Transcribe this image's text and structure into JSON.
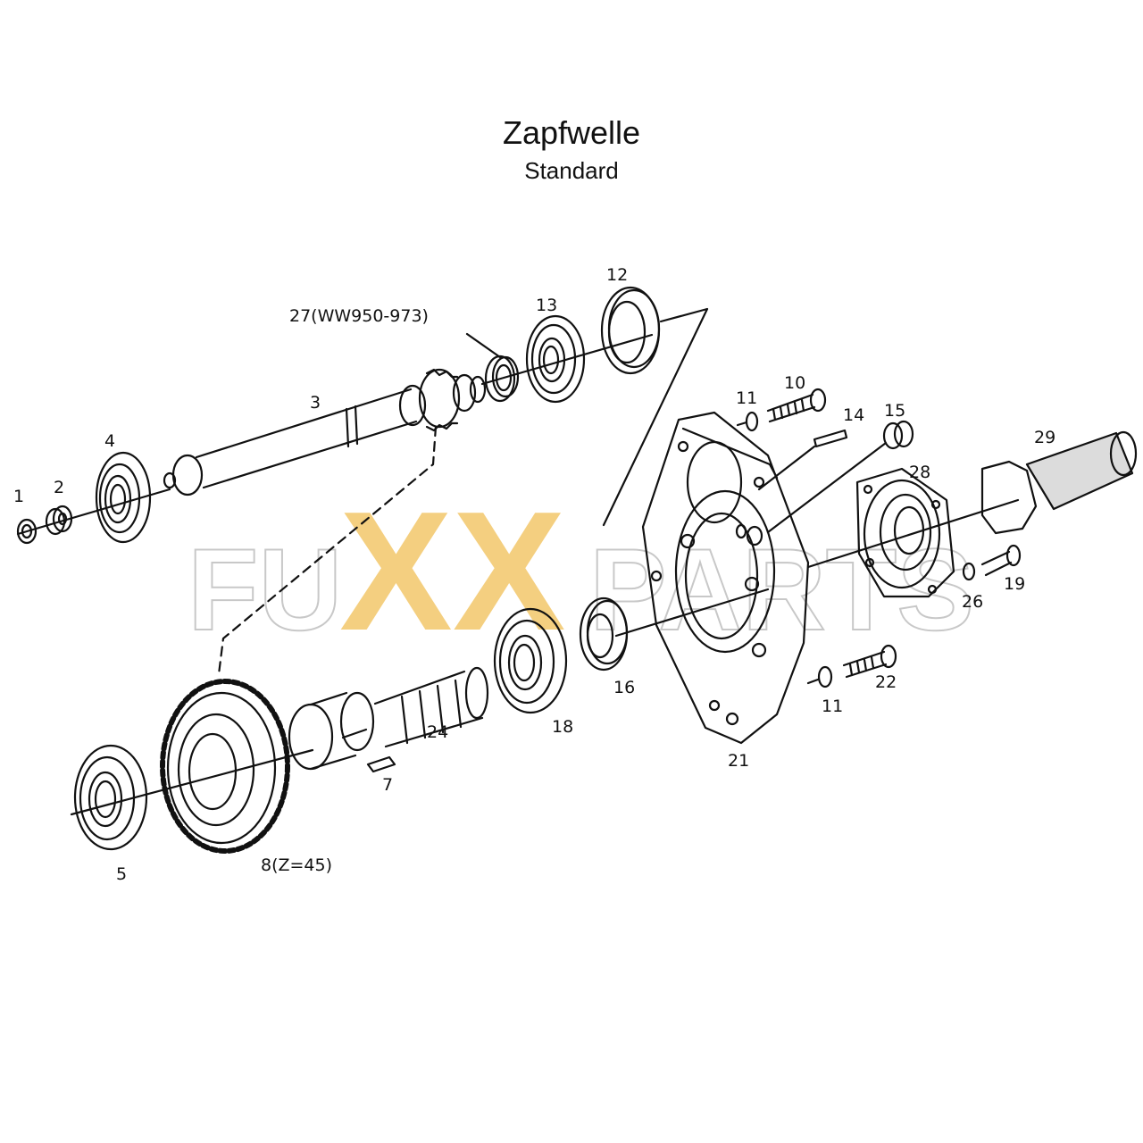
{
  "title": "Zapfwelle",
  "subtitle": "Standard",
  "watermark": {
    "left": "FU",
    "mark": "XX",
    "right": "PARTS",
    "mark_color": "#f3c76a",
    "outline_color": "#c8c8c8"
  },
  "parts": [
    {
      "ref": "1",
      "label": "1"
    },
    {
      "ref": "2",
      "label": "2"
    },
    {
      "ref": "3",
      "label": "3"
    },
    {
      "ref": "4",
      "label": "4"
    },
    {
      "ref": "5",
      "label": "5"
    },
    {
      "ref": "7",
      "label": "7"
    },
    {
      "ref": "8",
      "label": "8(Z=45)"
    },
    {
      "ref": "10",
      "label": "10"
    },
    {
      "ref": "11a",
      "label": "11"
    },
    {
      "ref": "11b",
      "label": "11"
    },
    {
      "ref": "12",
      "label": "12"
    },
    {
      "ref": "13",
      "label": "13"
    },
    {
      "ref": "14",
      "label": "14"
    },
    {
      "ref": "15",
      "label": "15"
    },
    {
      "ref": "16",
      "label": "16"
    },
    {
      "ref": "18",
      "label": "18"
    },
    {
      "ref": "19",
      "label": "19"
    },
    {
      "ref": "21",
      "label": "21"
    },
    {
      "ref": "22",
      "label": "22"
    },
    {
      "ref": "24",
      "label": "24"
    },
    {
      "ref": "26",
      "label": "26"
    },
    {
      "ref": "27",
      "label": "27(WW950-973)"
    },
    {
      "ref": "28",
      "label": "28"
    },
    {
      "ref": "29",
      "label": "29"
    }
  ]
}
